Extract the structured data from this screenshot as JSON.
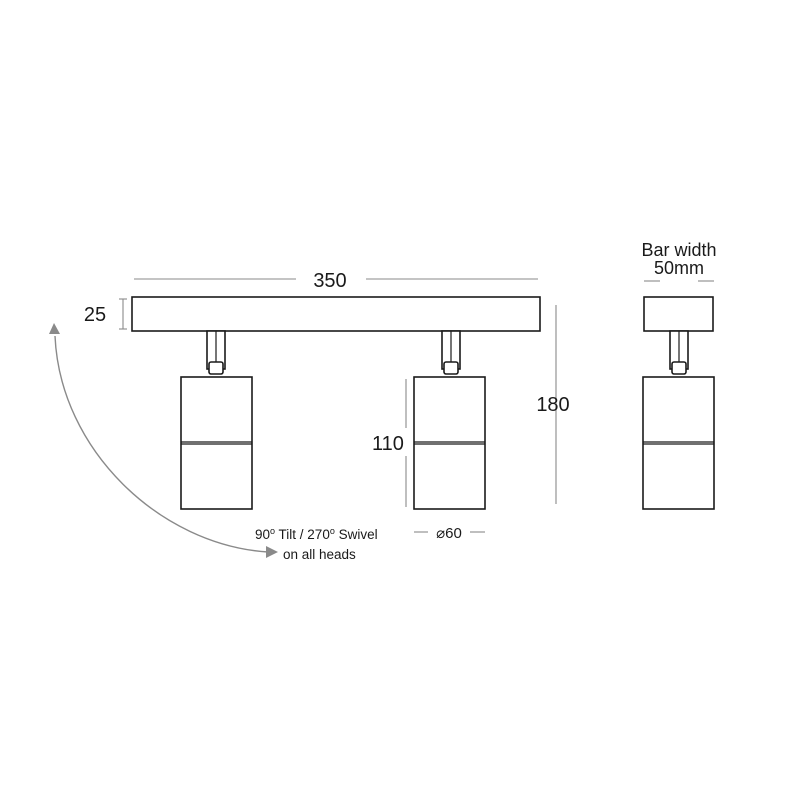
{
  "dimensions": {
    "bar_length": "350",
    "bar_height": "25",
    "total_height": "180",
    "head_height": "110",
    "head_diameter": "⌀60",
    "bar_width_line1": "Bar width",
    "bar_width_line2": "50mm"
  },
  "notes": {
    "tilt_degrees": "90",
    "tilt_label": " Tilt / 270",
    "degree_sign": "o",
    "swivel_label": " Swivel",
    "line2": "on all heads"
  },
  "colors": {
    "line": "#1a1a1a",
    "dimension": "#8a8a8a",
    "background": "#ffffff"
  }
}
